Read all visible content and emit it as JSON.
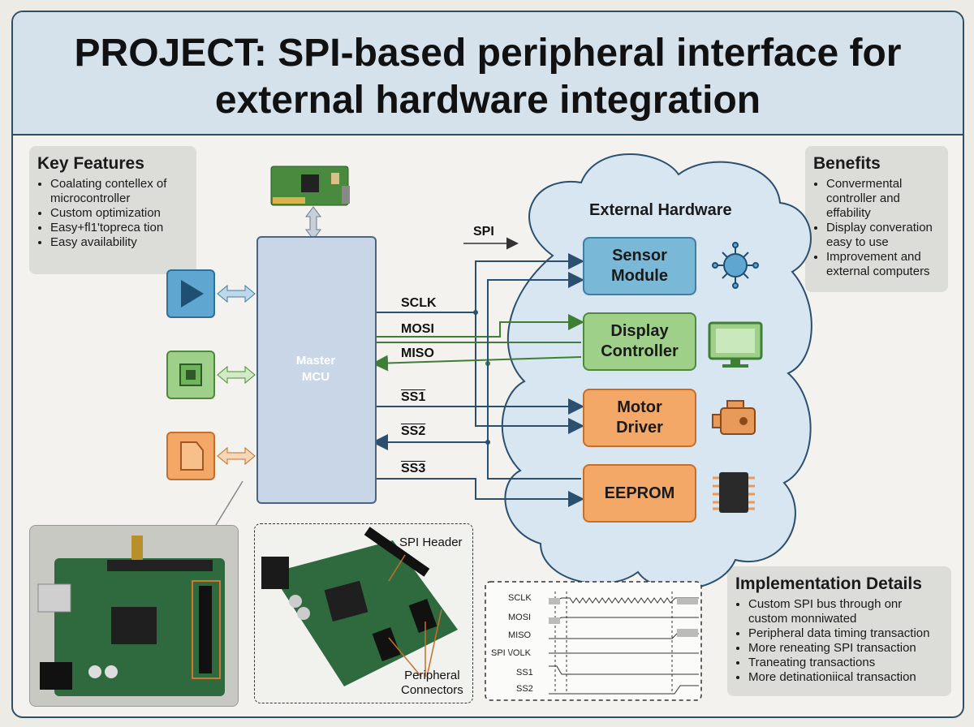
{
  "title": "PROJECT: SPI-based peripheral interface for external hardware integration",
  "key_features": {
    "heading": "Key Features",
    "items": [
      "Coalating contellex of microcontroller",
      "Custom optimization",
      "Easy+fl1'topreca tion",
      "Easy availability"
    ]
  },
  "benefits": {
    "heading": "Benefits",
    "items": [
      "Convermental controller and effability",
      "Display converation easy to use",
      "Improvement and external computers"
    ]
  },
  "implementation": {
    "heading": "Implementation Details",
    "items": [
      "Custom SPI bus through onr custom monniwated",
      "Peripheral data timing transaction",
      "More reneating SPI transaction",
      "Traneating transactions",
      "More detinationiical transaction"
    ]
  },
  "mcu": {
    "label_line1": "Master",
    "label_line2": "MCU"
  },
  "spi_label": "SPI",
  "signals": {
    "sclk": "SCLK",
    "mosi": "MOSI",
    "miso": "MISO",
    "ss1": "SS1",
    "ss2": "SS2",
    "ss3": "SS3"
  },
  "external": {
    "heading": "External Hardware",
    "modules": [
      {
        "line1": "Sensor",
        "line2": "Module",
        "color": "#7ab8d8",
        "border": "#3f7fa5",
        "icon": "sensor-icon"
      },
      {
        "line1": "Display",
        "line2": "Controller",
        "color": "#9fd08a",
        "border": "#4f8a3c",
        "icon": "monitor-icon"
      },
      {
        "line1": "Motor",
        "line2": "Driver",
        "color": "#f3a868",
        "border": "#c56f2a",
        "icon": "motor-icon"
      },
      {
        "line1": "EEPROM",
        "line2": "",
        "color": "#f3a868",
        "border": "#c56f2a",
        "icon": "chip-icon"
      }
    ]
  },
  "callouts": {
    "spi_header": "SPI Header",
    "peripheral_connectors_line1": "Peripheral",
    "peripheral_connectors_line2": "Connectors"
  },
  "timing": {
    "rows": [
      "SCLK",
      "MOSI",
      "MISO",
      "SPI \\/OLK",
      "SS1",
      "SS2"
    ]
  },
  "colors": {
    "line_blue": "#2b4f6e",
    "line_green": "#3f7f35",
    "line_orange": "#c56f2a"
  }
}
